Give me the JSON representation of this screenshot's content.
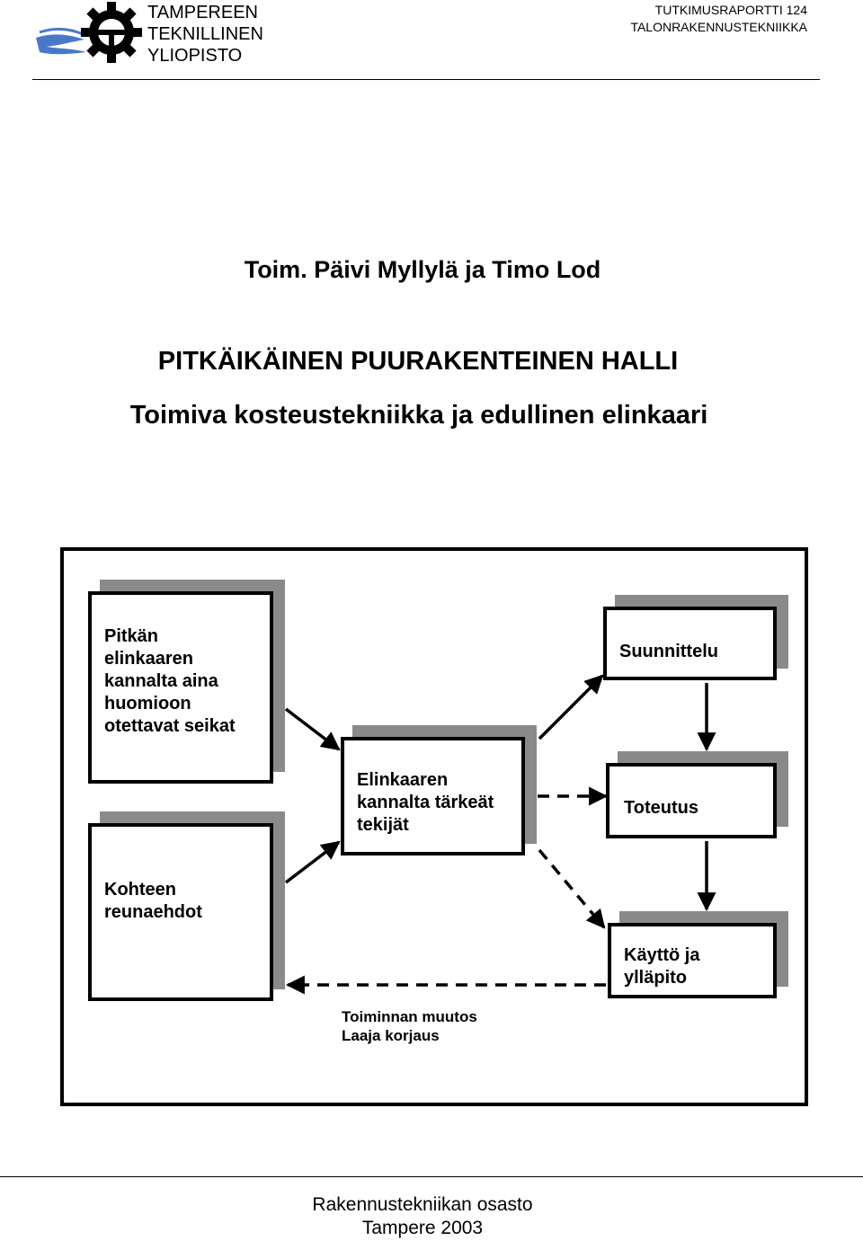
{
  "header": {
    "logo_lines": [
      "TAMPEREEN",
      "TEKNILLINEN",
      "YLIOPISTO"
    ],
    "report_number": "TUTKIMUSRAPORTTI 124",
    "department": "TALONRAKENNUSTEKNIIKKA"
  },
  "editors": "Toim. Päivi Myllylä ja Timo Lod",
  "title_line1": "PITKÄIKÄINEN PUURAKENTEINEN HALLI",
  "title_line2": "Toimiva kosteustekniikka ja edullinen elinkaari",
  "diagram": {
    "box_considerations": [
      "Pitkän",
      "elinkaaren",
      "kannalta aina",
      "huomioon",
      "otettavat seikat"
    ],
    "box_constraints": [
      "Kohteen",
      "reunaehdot"
    ],
    "box_factors": [
      "Elinkaaren",
      "kannalta tärkeät",
      "tekijät"
    ],
    "box_design": [
      "Suunnittelu"
    ],
    "box_construction": [
      "Toteutus"
    ],
    "box_use": [
      "Käyttö ja",
      "ylläpito"
    ],
    "feedback_label": [
      "Toiminnan muutos",
      "Laaja korjaus"
    ]
  },
  "footer": {
    "department": "Rakennustekniikan osasto",
    "place_year": "Tampere 2003"
  },
  "colors": {
    "logo_blue": "#4a78c8",
    "shadow_gray": "#8a8a8a"
  }
}
